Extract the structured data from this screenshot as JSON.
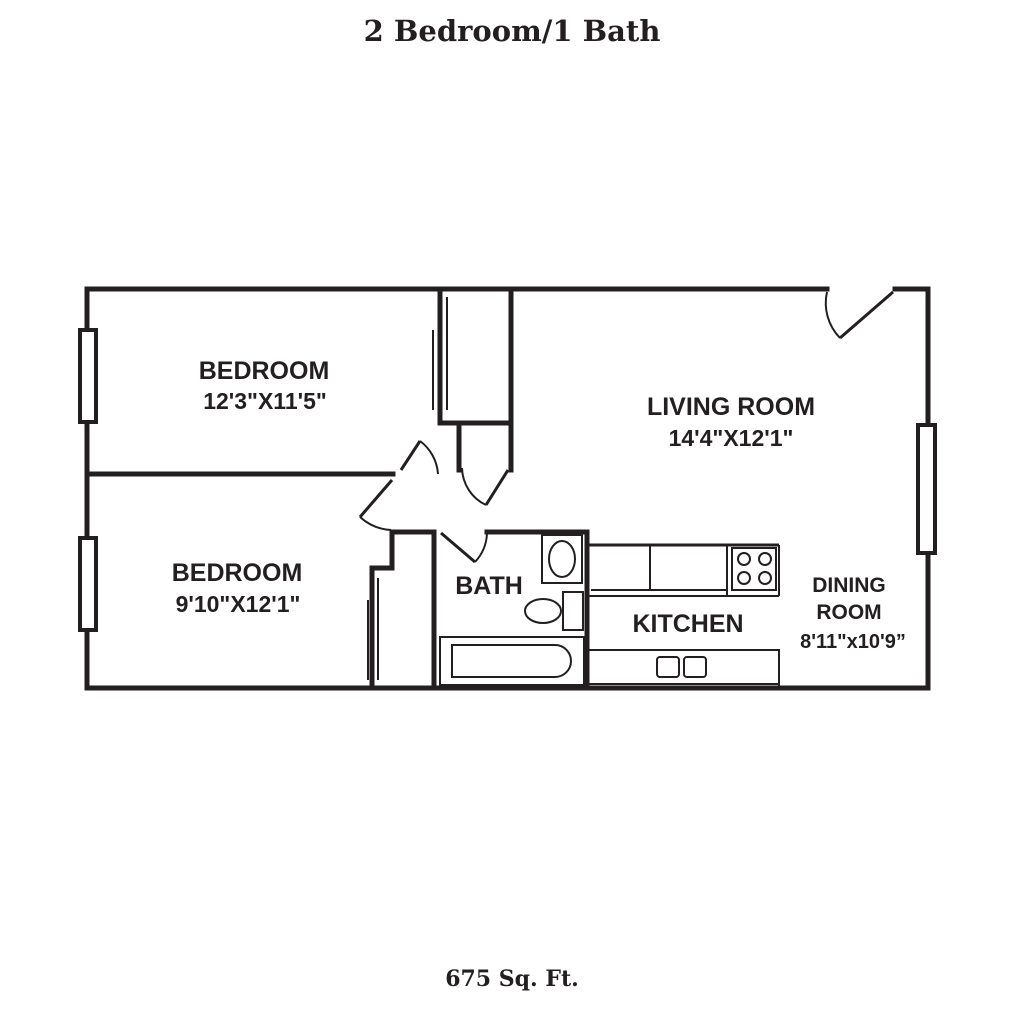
{
  "title": "2 Bedroom/1 Bath",
  "area": "675 Sq. Ft.",
  "rooms": {
    "bedroom1": {
      "name": "BEDROOM",
      "size": "12'3\"X11'5\""
    },
    "bedroom2": {
      "name": "BEDROOM",
      "size": "9'10\"X12'1\""
    },
    "living": {
      "name": "LIVING ROOM",
      "size": "14'4\"X12'1\""
    },
    "bath": {
      "name": "BATH"
    },
    "kitchen": {
      "name": "KITCHEN"
    },
    "dining": {
      "name_line1": "DINING",
      "name_line2": "ROOM",
      "size": "8'11\"x10'9”"
    }
  }
}
